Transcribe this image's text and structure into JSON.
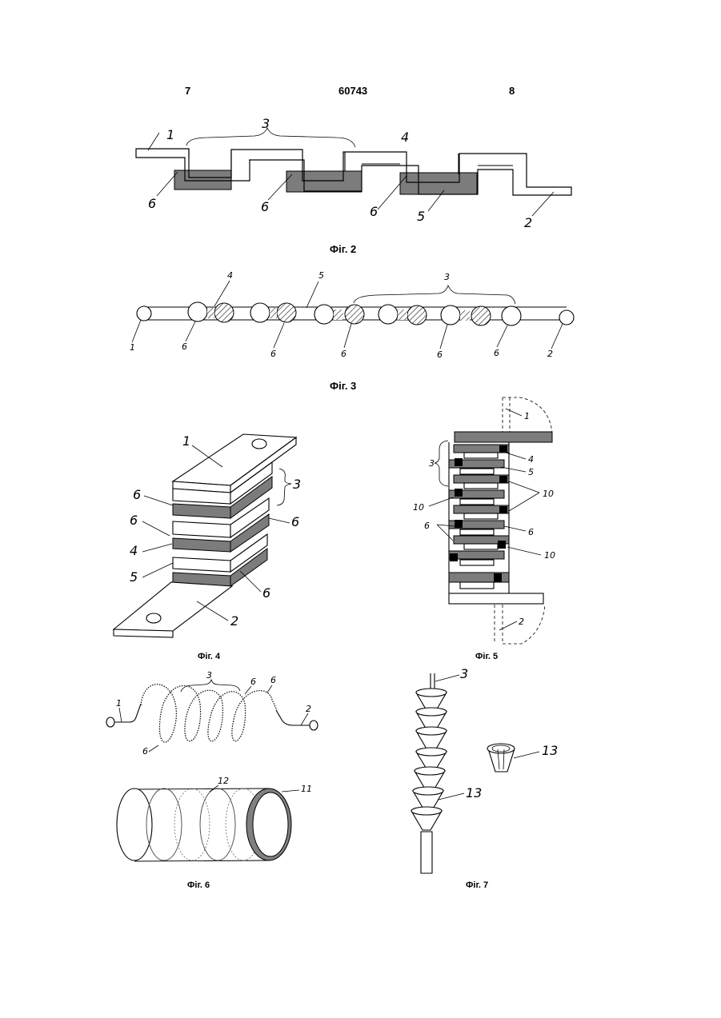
{
  "header": {
    "page_left": "7",
    "patent_number": "60743",
    "page_right": "8"
  },
  "captions": {
    "fig2": "Фіг. 2",
    "fig3": "Фіг. 3",
    "fig4": "Фіг. 4",
    "fig5": "Фіг. 5",
    "fig6": "Фіг. 6",
    "fig7": "Фіг. 7"
  },
  "fig2_labels": [
    "1",
    "3",
    "4",
    "6",
    "6",
    "6",
    "5",
    "2"
  ],
  "fig3_labels": [
    "4",
    "5",
    "3",
    "1",
    "6",
    "6",
    "6",
    "6",
    "6",
    "2"
  ],
  "fig4_labels": [
    "1",
    "3",
    "6",
    "6",
    "6",
    "4",
    "5",
    "6",
    "2"
  ],
  "fig5_labels": [
    "1",
    "3",
    "4",
    "5",
    "10",
    "10",
    "6",
    "6",
    "10",
    "2"
  ],
  "fig6_labels": [
    "3",
    "6",
    "6",
    "1",
    "2",
    "6",
    "12",
    "11"
  ],
  "fig7_labels": [
    "3",
    "13",
    "13"
  ]
}
